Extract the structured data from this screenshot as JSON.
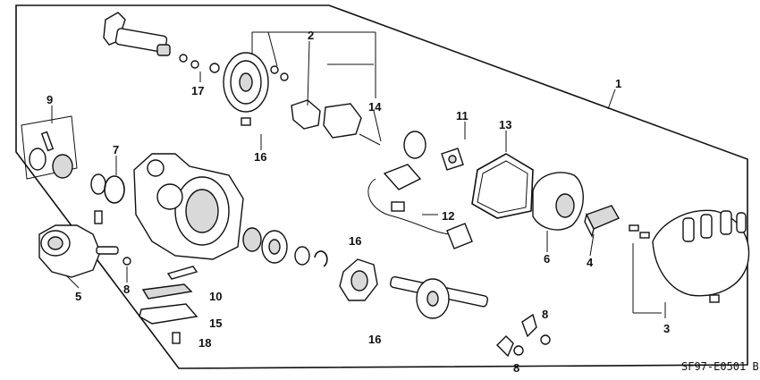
{
  "diagram": {
    "code": "SF97-E0501 B",
    "callouts": {
      "n1": "1",
      "n2": "2",
      "n3": "3",
      "n4": "4",
      "n5": "5",
      "n6": "6",
      "n7": "7",
      "n8a": "8",
      "n8b": "8",
      "n8c": "8",
      "n9": "9",
      "n10": "10",
      "n11": "11",
      "n12": "12",
      "n13": "13",
      "n14": "14",
      "n15": "15",
      "n16a": "16",
      "n16b": "16",
      "n16c": "16",
      "n17": "17",
      "n18": "18"
    }
  }
}
